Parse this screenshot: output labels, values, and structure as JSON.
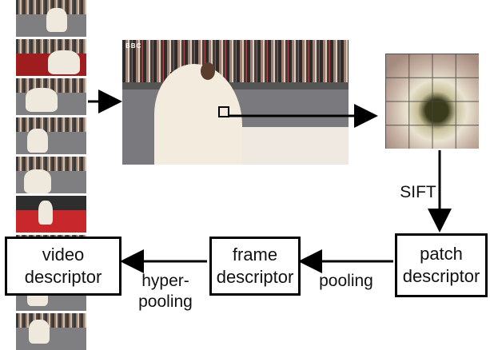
{
  "broadcaster_logo": "BBC",
  "nodes": {
    "video": "video\ndescriptor",
    "frame": "frame\ndescriptor",
    "patch": "patch\ndescriptor"
  },
  "edges": {
    "sift": "SIFT",
    "pooling": "pooling",
    "hyper_pooling": "hyper-\npooling"
  },
  "colors": {
    "arrow": "#000000",
    "node_border": "#000000",
    "carpet_red": "#c8282b",
    "dress_ivory": "#efe8dc"
  },
  "icons": [
    "video-frame-strip",
    "video-frame-image",
    "image-patch-grid"
  ]
}
